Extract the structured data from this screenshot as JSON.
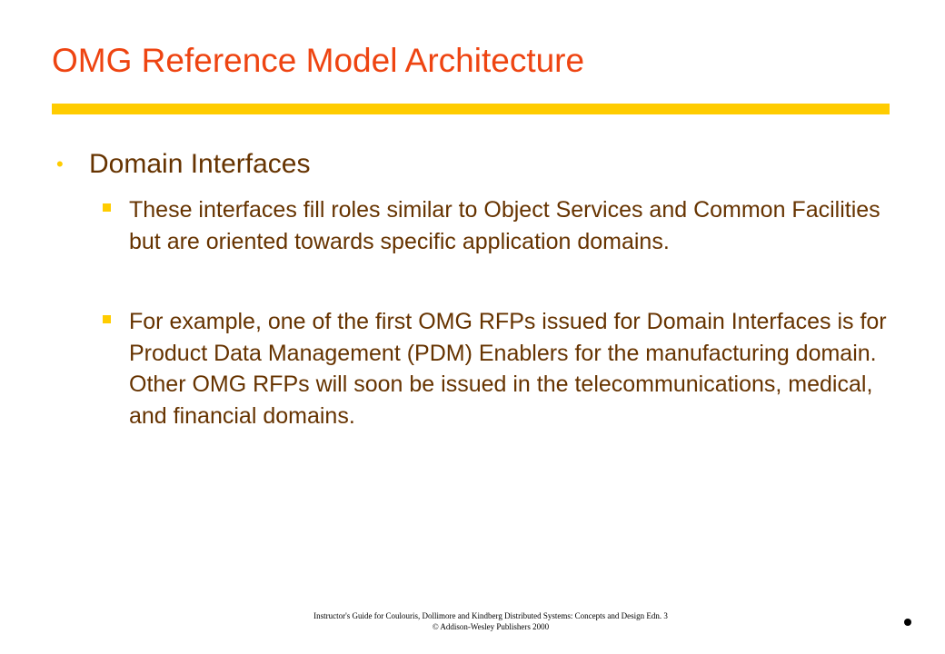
{
  "slide": {
    "title": "OMG Reference Model Architecture",
    "bullet": {
      "heading": "Domain Interfaces",
      "items": [
        "These interfaces fill roles similar to Object Services and Common Facilities but are oriented towards specific application domains.",
        "For example, one of the first OMG RFPs issued for Domain Interfaces is for Product Data Management (PDM) Enablers for the manufacturing domain. Other OMG RFPs will soon be issued in the telecommunications, medical, and financial domains."
      ]
    }
  },
  "footer": {
    "line1": "Instructor's Guide for Coulouris, Dollimore and Kindberg Distributed Systems: Concepts and Design Edn. 3",
    "line2": "© Addison-Wesley Publishers 2000"
  },
  "colors": {
    "title": "#ee4411",
    "rule": "#ffcc00",
    "body_text": "#663300",
    "bullet_marker": "#ffcc00"
  }
}
